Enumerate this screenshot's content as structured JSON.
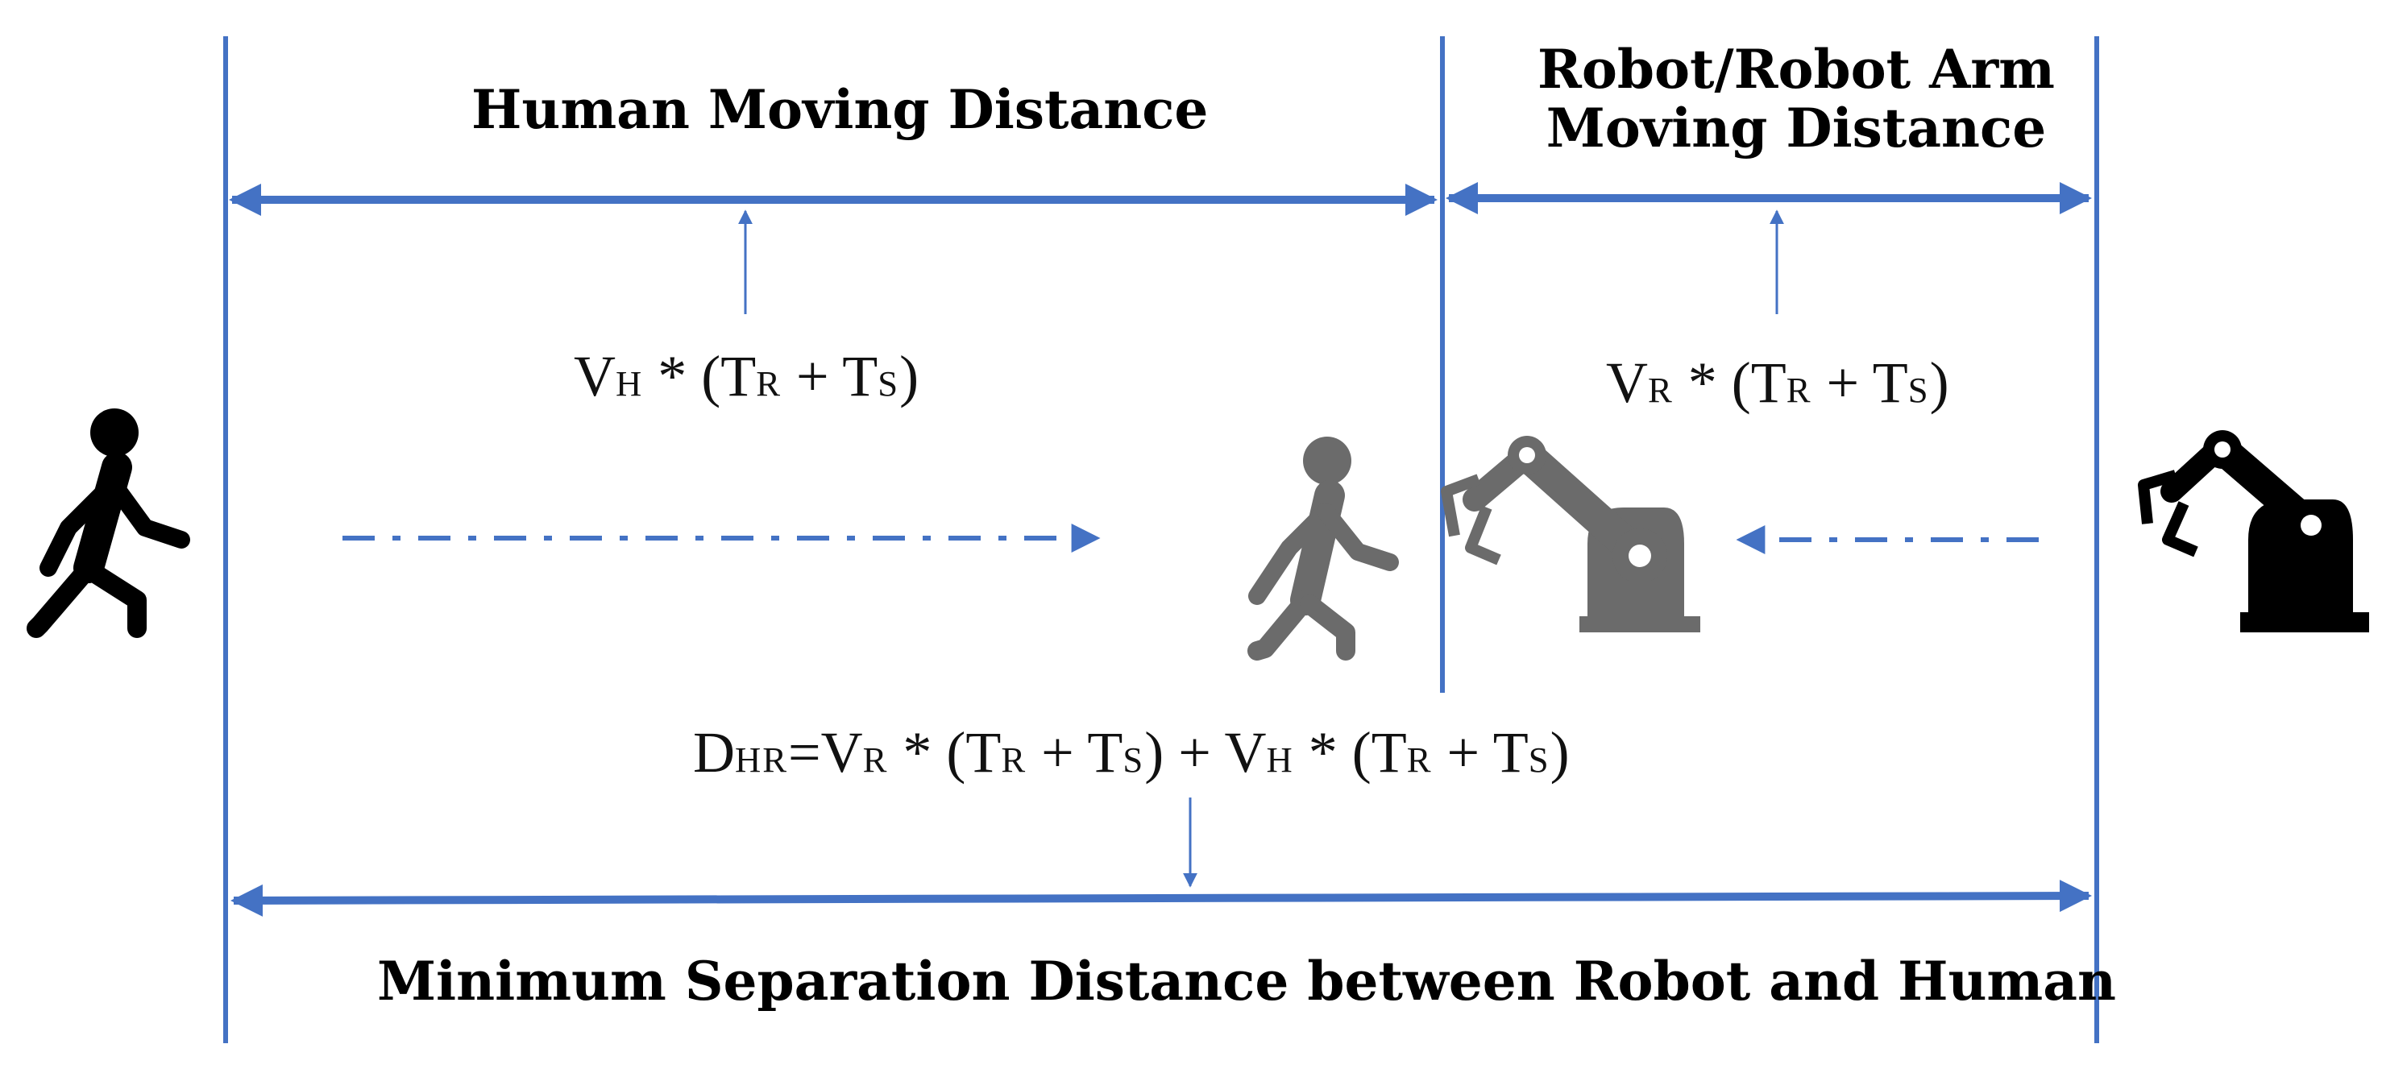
{
  "labels": {
    "human_moving": "Human Moving Distance",
    "robot_moving_line1": "Robot/Robot Arm",
    "robot_moving_line2": "Moving Distance",
    "min_separation": "Minimum Separation Distance between Robot and Human"
  },
  "formulas": {
    "human": {
      "v": "V",
      "v_sub": "H",
      "mid": " * (T",
      "r_sub": "R",
      "plus": " + T",
      "s_sub": "S",
      "end": ")"
    },
    "robot": {
      "v": "V",
      "v_sub": "R",
      "mid": " * (T",
      "r_sub": "R",
      "plus": " + T",
      "s_sub": "S",
      "end": ")"
    },
    "total": {
      "d": "D",
      "d_sub": "HR",
      "eq": "=V",
      "vr_sub": "R",
      "p1": " * (T",
      "r1_sub": "R",
      "p2": " + T",
      "s1_sub": "S",
      "p3": ") + V",
      "vh_sub": "H",
      "p4": " * (T",
      "r2_sub": "R",
      "p5": " + T",
      "s2_sub": "S",
      "end": ")"
    }
  },
  "icons": [
    "walking-person-icon",
    "robot-arm-icon"
  ],
  "colors": {
    "line": "#4472C4",
    "icon_black": "#000000",
    "icon_gray": "#6b6b6b"
  }
}
